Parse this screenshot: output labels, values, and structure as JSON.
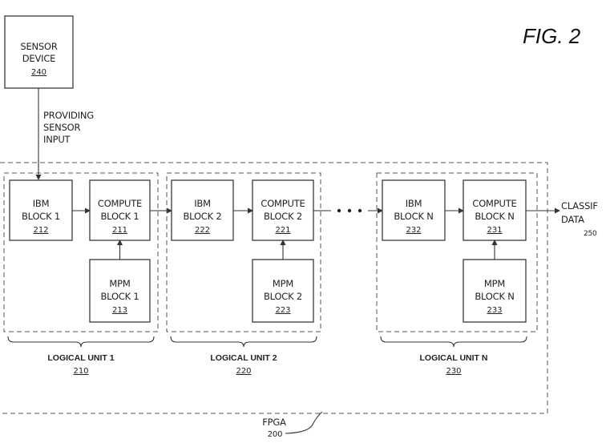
{
  "figure_label": "FIG. 2",
  "sensor": {
    "line1": "SENSOR",
    "line2": "DEVICE",
    "ref": "240"
  },
  "input_label": {
    "line1": "PROVIDING",
    "line2": "SENSOR",
    "line3": "INPUT"
  },
  "units": [
    {
      "ibm": {
        "line1": "IBM",
        "line2": "BLOCK 1",
        "ref": "212"
      },
      "compute": {
        "line1": "COMPUTE",
        "line2": "BLOCK 1",
        "ref": "211"
      },
      "mpm": {
        "line1": "MPM",
        "line2": "BLOCK 1",
        "ref": "213"
      },
      "label": "LOGICAL UNIT 1",
      "ref": "210"
    },
    {
      "ibm": {
        "line1": "IBM",
        "line2": "BLOCK 2",
        "ref": "222"
      },
      "compute": {
        "line1": "COMPUTE",
        "line2": "BLOCK 2",
        "ref": "221"
      },
      "mpm": {
        "line1": "MPM",
        "line2": "BLOCK 2",
        "ref": "223"
      },
      "label": "LOGICAL UNIT 2",
      "ref": "220"
    },
    {
      "ibm": {
        "line1": "IBM",
        "line2": "BLOCK N",
        "ref": "232"
      },
      "compute": {
        "line1": "COMPUTE",
        "line2": "BLOCK N",
        "ref": "231"
      },
      "mpm": {
        "line1": "MPM",
        "line2": "BLOCK N",
        "ref": "233"
      },
      "label": "LOGICAL UNIT N",
      "ref": "230"
    }
  ],
  "output": {
    "line1": "CLASSIF",
    "line2": "DATA",
    "ref": "250"
  },
  "fpga": {
    "label": "FPGA",
    "ref": "200"
  }
}
